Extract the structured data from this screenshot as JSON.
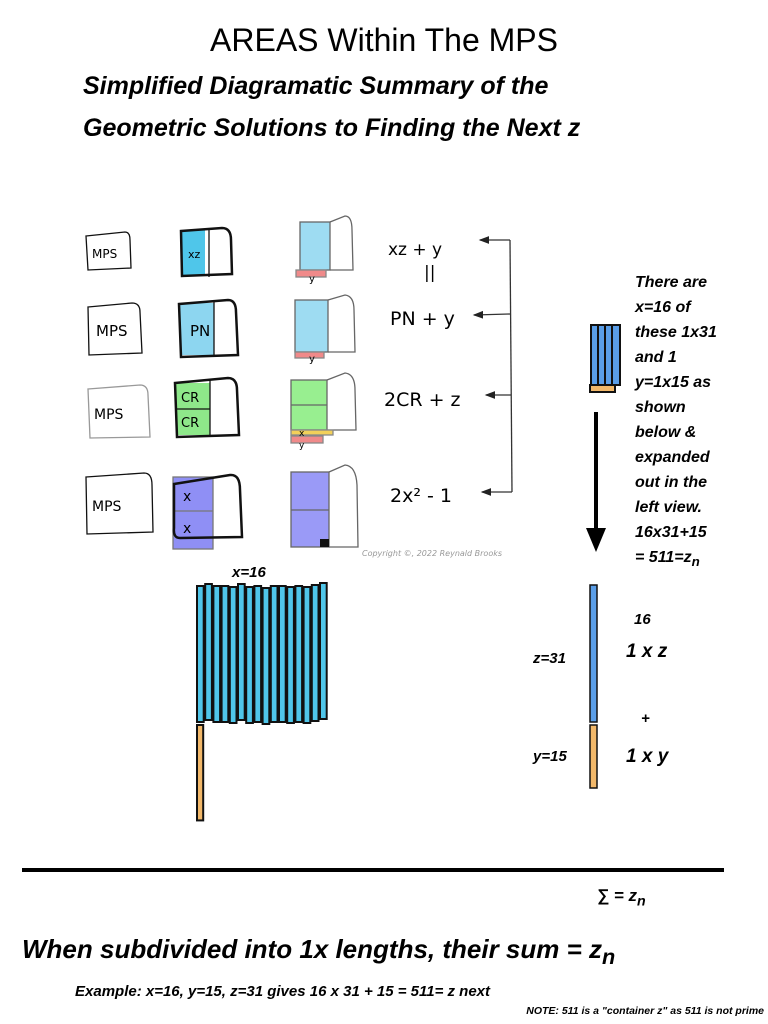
{
  "title": "AREAS Within The MPS",
  "subtitle": [
    "Simplified Diagramatic Summary of the",
    "Geometric Solutions to Finding the Next z"
  ],
  "sketch": {
    "box_label": "MPS",
    "rows": [
      {
        "inner_label": "xz",
        "strip_label": "y",
        "formula": "xz + y",
        "fill": "#5bd0ec"
      },
      {
        "inner_label": "PN",
        "strip_label": "y",
        "formula": "PN + y",
        "fill": "#8dd6f0"
      },
      {
        "inner_label": "CR",
        "strip_label": "y",
        "strip2_label": "x",
        "formula": "2CR + z",
        "fill": "#8ee88a"
      },
      {
        "inner_label": "x",
        "formula": "2x² - 1",
        "fill": "#8f8ff5"
      }
    ],
    "equals_sign": "||",
    "copyright": "Copyright ©, 2022 Reynald Brooks"
  },
  "description": [
    "There are",
    "x=16 of",
    "these 1x31",
    "and  1",
    "y=1x15 as",
    "shown",
    "below &",
    "expanded",
    "out in the",
    "left view.",
    "16x31+15",
    "= 511=z",
    "n"
  ],
  "expanded": {
    "label": "x=16",
    "count": 16,
    "z": 31,
    "y": 15
  },
  "right": {
    "z_label": "z=31",
    "y_label": "y=15",
    "count": "16",
    "term_z": "1 x z",
    "plus": "+",
    "term_y": "1 x y"
  },
  "sum": {
    "label": "∑ = z",
    "sub": "n"
  },
  "conclusion": {
    "text": "When subdivided into 1x lengths, their sum = z",
    "sub": "n"
  },
  "example": "Example: x=16, y=15, z=31 gives 16 x 31 + 15 = 511= z next",
  "note": "NOTE: 511 is a \"container z\" as 511 is not prime",
  "colors": {
    "cyan": "#4fc6ea",
    "blue": "#5a9ee8",
    "orange": "#f2b86a",
    "red": "#f08a8a",
    "yellow": "#f2d05a"
  }
}
